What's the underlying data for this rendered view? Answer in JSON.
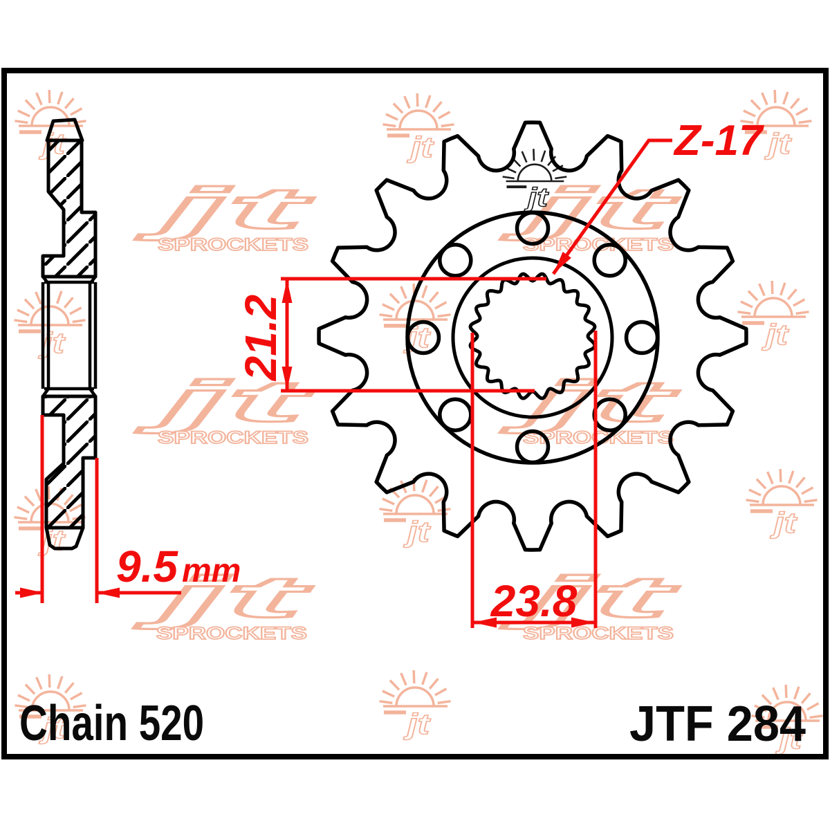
{
  "drawing": {
    "title_type": "sprocket-technical-drawing",
    "part_number": "JTF 284",
    "chain_label": "Chain 520",
    "teeth_callout": "Z-17",
    "dimensions": {
      "bore_minor_diameter": "21.2",
      "bore_major_diameter": "23.8",
      "hub_width": "9.5",
      "hub_width_unit": "mm"
    },
    "colors": {
      "line": "#000000",
      "dimension_red": "#f20d0d",
      "watermark_peach": "#f3b49c",
      "dark_mark": "#1d1d1d",
      "background": "#ffffff",
      "label_black": "#0a0a0a"
    },
    "watermark": {
      "logo_text": "jt",
      "logo_subtext": "SPROCKETS",
      "sun_mark_text": "jt"
    }
  }
}
